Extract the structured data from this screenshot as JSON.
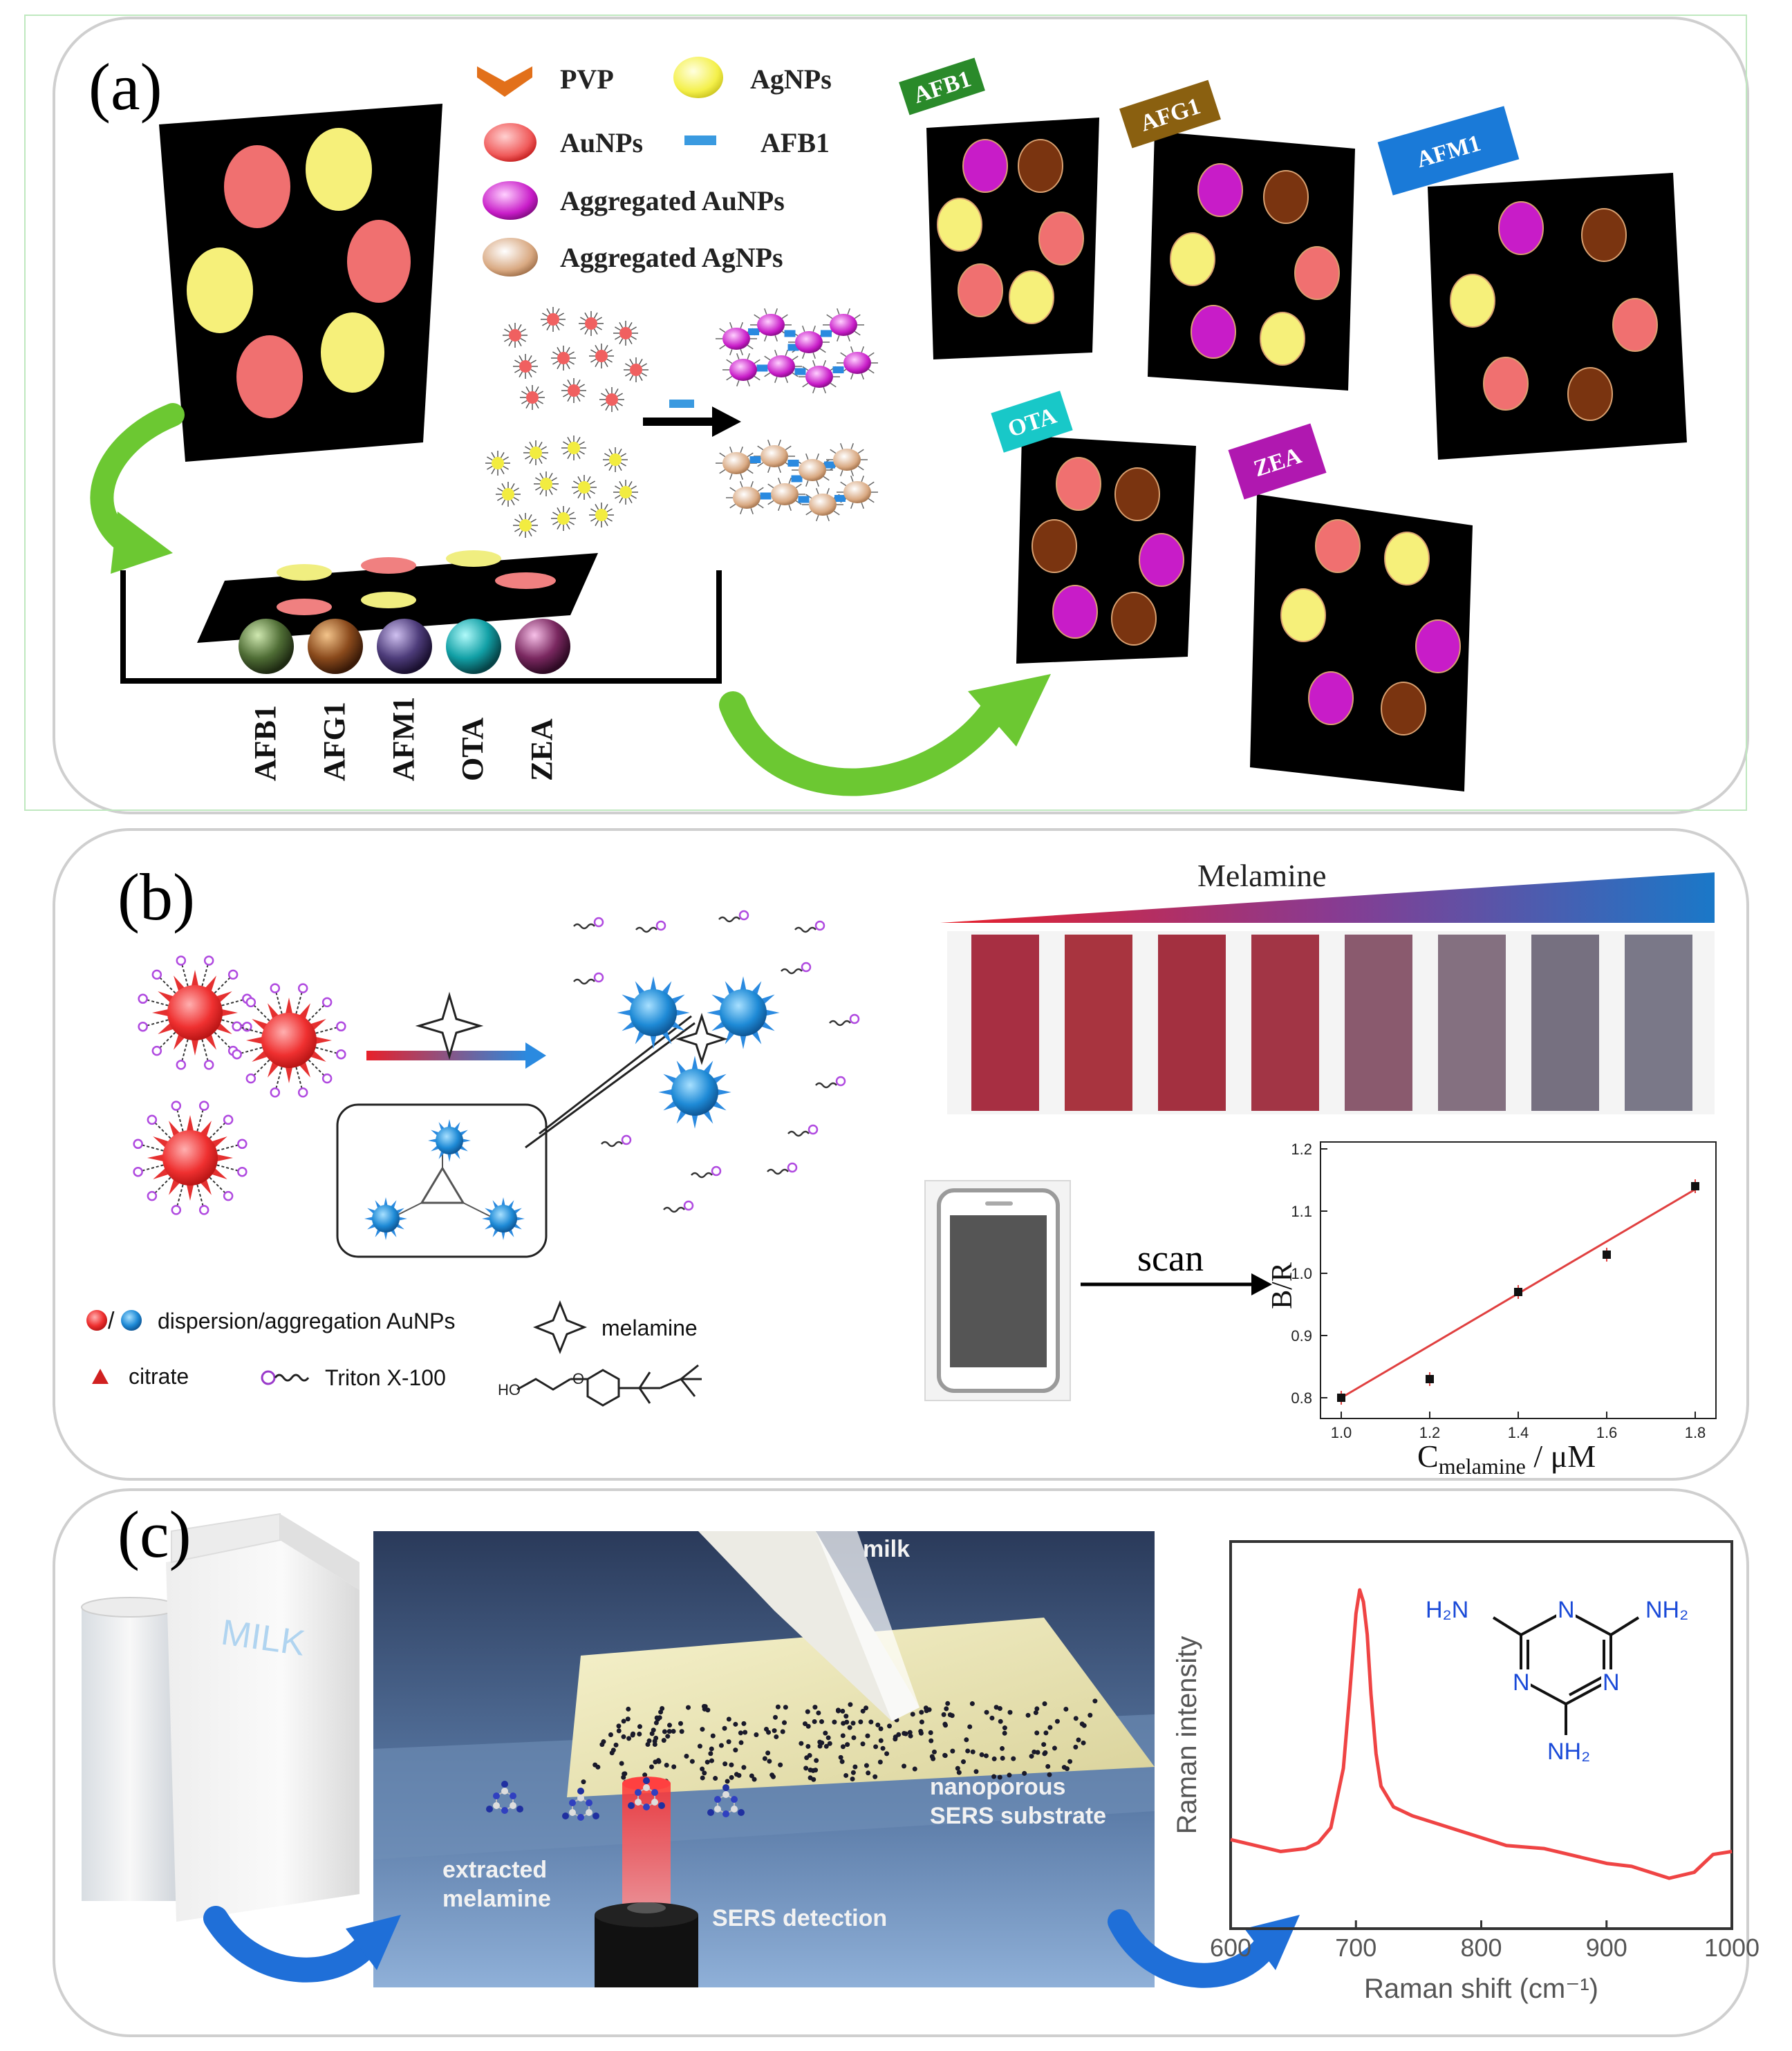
{
  "panel_a": {
    "label": "(a)",
    "legend": {
      "pvp": "PVP",
      "agnps": "AgNPs",
      "aunps": "AuNPs",
      "afb1": "AFB1",
      "agg_au": "Aggregated AuNPs",
      "agg_ag": "Aggregated AgNPs"
    },
    "toxins": [
      "AFB1",
      "AFG1",
      "AFM1",
      "OTA",
      "ZEA"
    ],
    "card_tags": [
      "AFB1",
      "AFG1",
      "AFM1",
      "OTA",
      "ZEA"
    ]
  },
  "panel_b": {
    "label": "(b)",
    "gradient_label": "Melamine",
    "legend": {
      "dispersion": "dispersion/aggregation AuNPs",
      "melamine": "melamine",
      "citrate": "citrate",
      "triton": "Triton X-100"
    },
    "scan_label": "scan",
    "chart_data": {
      "type": "scatter",
      "ylabel": "B/R",
      "xlabel_main": "C",
      "xlabel_sub": "melamine",
      "xlabel_unit": " / μM",
      "xlim": [
        1.0,
        1.8
      ],
      "ylim": [
        0.8,
        1.2
      ],
      "x_ticks": [
        "1.0",
        "1.2",
        "1.4",
        "1.6",
        "1.8"
      ],
      "y_ticks": [
        "0.8",
        "0.9",
        "1.0",
        "1.1",
        "1.2"
      ],
      "x": [
        1.0,
        1.2,
        1.4,
        1.6,
        1.8
      ],
      "y": [
        0.8,
        0.83,
        0.97,
        1.03,
        1.14
      ],
      "fit": [
        [
          1.0,
          0.8
        ],
        [
          1.8,
          1.135
        ]
      ]
    }
  },
  "panel_c": {
    "label": "(c)",
    "carton_text": "MILK",
    "photo_labels": {
      "milk": "milk",
      "nanoporous": "nanoporous",
      "sers_substrate": "SERS substrate",
      "extracted": "extracted",
      "melamine": "melamine",
      "sers_detection": "SERS detection"
    },
    "molecule": {
      "h2n": "H₂N",
      "nh2": "NH₂",
      "nh2_bottom": "NH₂",
      "n": "N"
    },
    "chart_data": {
      "type": "line",
      "xlabel": "Raman shift (cm⁻¹)",
      "ylabel": "Raman intensity",
      "xlim": [
        600,
        1000
      ],
      "x_ticks": [
        "600",
        "700",
        "800",
        "900",
        "1000"
      ],
      "series": [
        {
          "x": [
            600,
            620,
            640,
            660,
            670,
            680,
            690,
            695,
            700,
            703,
            706,
            709,
            712,
            716,
            720,
            730,
            745,
            760,
            790,
            820,
            850,
            880,
            900,
            920,
            950,
            970,
            985,
            1000
          ],
          "y": [
            0.16,
            0.14,
            0.12,
            0.13,
            0.15,
            0.2,
            0.4,
            0.65,
            0.92,
            1.0,
            0.96,
            0.85,
            0.65,
            0.45,
            0.34,
            0.27,
            0.24,
            0.22,
            0.18,
            0.14,
            0.13,
            0.1,
            0.08,
            0.07,
            0.03,
            0.05,
            0.11,
            0.12
          ]
        }
      ]
    }
  }
}
